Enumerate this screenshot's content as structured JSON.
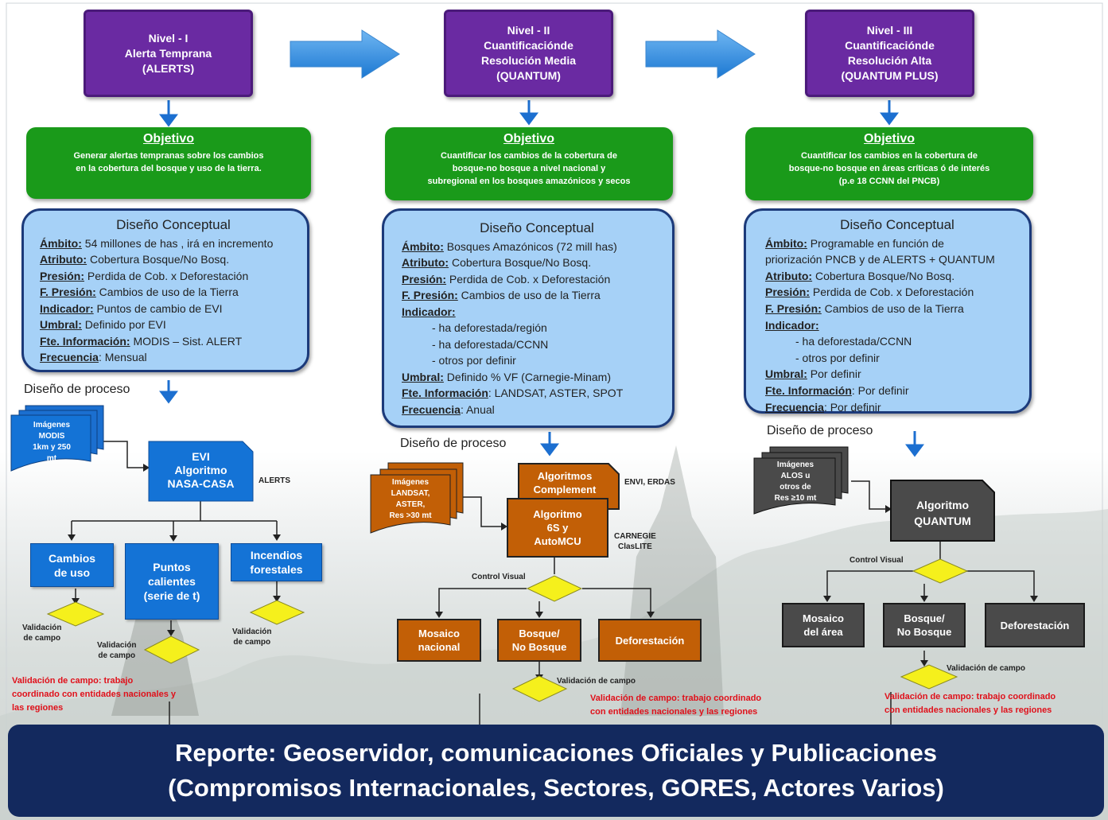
{
  "levels": [
    {
      "text": "Nivel - I\nAlerta Temprana\n(ALERTS)"
    },
    {
      "text": "Nivel - II\nCuantificaciónde\nResolución Media\n(QUANTUM)"
    },
    {
      "text": "Nivel - III\nCuantificaciónde\nResolución Alta\n(QUANTUM PLUS)"
    }
  ],
  "objectives": [
    {
      "title": "Objetivo",
      "text": "Generar alertas tempranas sobre los cambios\nen la cobertura del bosque y uso de la tierra."
    },
    {
      "title": "Objetivo",
      "text": "Cuantificar los cambios de la cobertura de\nbosque-no bosque a nivel nacional y\nsubregional en los bosques amazónicos y secos"
    },
    {
      "title": "Objetivo",
      "text": "Cuantificar los cambios en la cobertura de\nbosque-no bosque en áreas críticas ó de interés\n(p.e 18 CCNN del PNCB)"
    }
  ],
  "designs": [
    {
      "title": "Diseño Conceptual",
      "rows": [
        {
          "k": "Ámbito:",
          "v": " 54 millones de has , irá en incremento"
        },
        {
          "k": "Atributo:",
          "v": " Cobertura Bosque/No Bosq."
        },
        {
          "k": "Presión:",
          "v": " Perdida de Cob. x Deforestación"
        },
        {
          "k": "F. Presión:",
          "v": " Cambios de uso de la Tierra"
        },
        {
          "k": "Indicador:",
          "v": " Puntos de cambio de EVI"
        },
        {
          "k": "Umbral:",
          "v": " Definido por EVI"
        },
        {
          "k": "Fte. Información:",
          "v": " MODIS – Sist. ALERT"
        },
        {
          "k": "Frecuencia",
          "v": ": Mensual"
        }
      ]
    },
    {
      "title": "Diseño Conceptual",
      "rows": [
        {
          "k": "Ámbito:",
          "v": " Bosques Amazónicos (72 mill has)"
        },
        {
          "k": "Atributo:",
          "v": " Cobertura Bosque/No Bosq."
        },
        {
          "k": "Presión:",
          "v": " Perdida de Cob. x Deforestación"
        },
        {
          "k": "F. Presión:",
          "v": " Cambios de uso de la Tierra"
        },
        {
          "k": "Indicador:",
          "v": ""
        },
        {
          "k": "",
          "v": "- ha deforestada/región",
          "sub": true
        },
        {
          "k": "",
          "v": "- ha deforestada/CCNN",
          "sub": true
        },
        {
          "k": "",
          "v": "- otros por definir",
          "sub": true
        },
        {
          "k": "Umbral:",
          "v": " Definido % VF (Carnegie-Minam)"
        },
        {
          "k": "Fte. Información",
          "v": ": LANDSAT, ASTER, SPOT"
        },
        {
          "k": "Frecuencia",
          "v": ": Anual"
        }
      ]
    },
    {
      "title": "Diseño Conceptual",
      "rows": [
        {
          "k": "Ámbito:",
          "v": "  Programable en función de"
        },
        {
          "k": "",
          "v": "priorización PNCB y de ALERTS + QUANTUM"
        },
        {
          "k": "Atributo:",
          "v": " Cobertura Bosque/No Bosq."
        },
        {
          "k": "Presión:",
          "v": " Perdida de Cob. x Deforestación"
        },
        {
          "k": "F. Presión:",
          "v": " Cambios de uso de la Tierra"
        },
        {
          "k": "Indicador:",
          "v": ""
        },
        {
          "k": "",
          "v": "- ha deforestada/CCNN",
          "sub": true
        },
        {
          "k": "",
          "v": "- otros por definir",
          "sub": true
        },
        {
          "k": "Umbral:",
          "v": " Por definir"
        },
        {
          "k": "Fte. Información",
          "v": ": Por definir"
        },
        {
          "k": "Frecuencia",
          "v": ": Por definir"
        }
      ]
    }
  ],
  "process_label": "Diseño de proceso",
  "col1": {
    "images": "Imágenes\nMODIS\n1km y 250\nmt",
    "algo": "EVI\nAlgoritmo\nNASA-CASA",
    "alerts": "ALERTS",
    "outputs": [
      "Cambios\nde uso",
      "Puntos\ncalientes\n(serie de t)",
      "Incendios\nforestales"
    ],
    "validacion": "Validación\nde campo",
    "note": "Validación de campo: trabajo\ncoordinado con entidades nacionales y\nlas regiones"
  },
  "col2": {
    "images": "Imágenes\nLANDSAT,\nASTER,\nRes >30 mt",
    "algo_complement": "Algoritmos\nComplement",
    "algo": "Algoritmo\n6S y\nAutoMCU",
    "envi": "ENVI, ERDAS",
    "carnegie": "CARNEGIE\nClasLITE",
    "control": "Control Visual",
    "outputs": [
      "Mosaico\nnacional",
      "Bosque/\nNo Bosque",
      "Deforestación"
    ],
    "validacion": "Validación de campo",
    "note": "Validación de campo: trabajo coordinado\ncon entidades nacionales y las regiones"
  },
  "col3": {
    "images": "Imágenes\nALOS u\notros de\nRes ≥10 mt",
    "algo": "Algoritmo\nQUANTUM",
    "control": "Control Visual",
    "outputs": [
      "Mosaico\ndel área",
      "Bosque/\nNo Bosque",
      "Deforestación"
    ],
    "validacion": "Validación de campo",
    "note": "Validación de campo: trabajo coordinado\ncon entidades nacionales y las regiones"
  },
  "footer": {
    "line1": "Reporte: Geoservidor, comunicaciones Oficiales y Publicaciones",
    "line2": "(Compromisos Internacionales, Sectores, GORES, Actores Varios)"
  },
  "colors": {
    "level": "#6a2aa2",
    "objective": "#1a9a1a",
    "design": "#a6d1f7",
    "process_blue": "#1473d6",
    "process_orange": "#c25f06",
    "process_gray": "#4a4a4a",
    "diamond": "#f5f01c",
    "footer": "#13295e",
    "note": "#e0101a"
  }
}
